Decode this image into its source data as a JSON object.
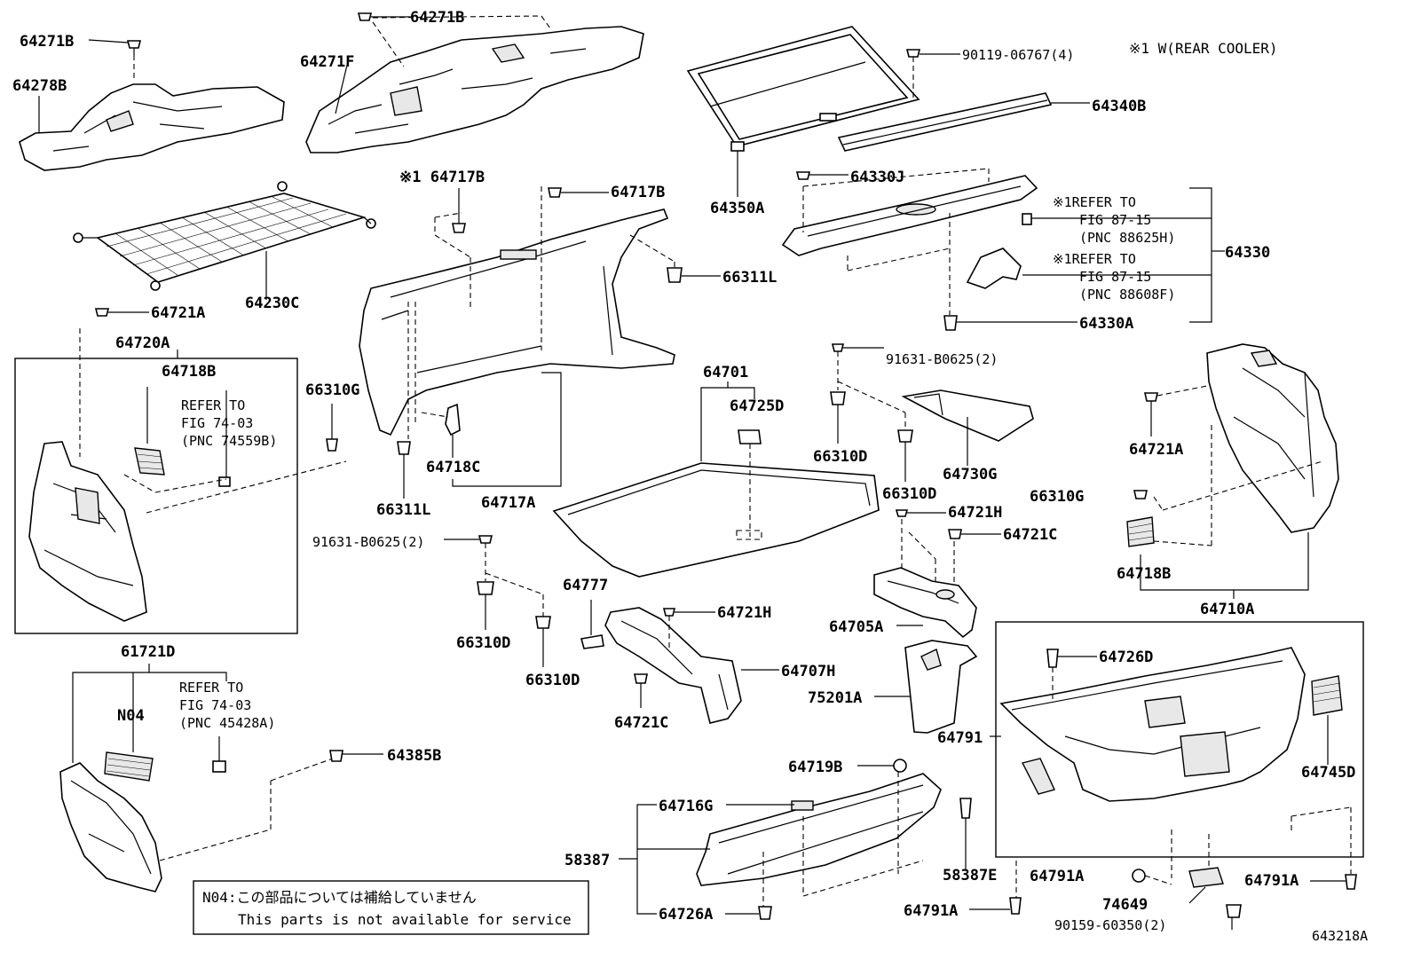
{
  "note_rear_cooler": "※1 W(REAR COOLER)",
  "figure_id": "643218A",
  "notice": {
    "line1": "N04:この部品については補給していません",
    "line2": "This parts is not available for service"
  },
  "labels": {
    "p64271B_a": "64271B",
    "p64271B_b": "64271B",
    "p64278B": "64278B",
    "p64271F": "64271F",
    "p64230C": "64230C",
    "p90119": "90119-06767(4)",
    "p64340B": "64340B",
    "p64350A": "64350A",
    "p64330J": "64330J",
    "p64330": "64330",
    "p64330A": "64330A",
    "p64717B_a": "※1 64717B",
    "p64717B_b": "64717B",
    "p66311L_a": "66311L",
    "p66311L_b": "66311L",
    "p64721A_a": "64721A",
    "p64720A": "64720A",
    "p64718B_a": "64718B",
    "p66310G_a": "66310G",
    "p64718C": "64718C",
    "p64717A": "64717A",
    "p64701": "64701",
    "p64725D": "64725D",
    "p91631_a": "91631-B0625(2)",
    "p91631_b": "91631-B0625(2)",
    "p66310D_a": "66310D",
    "p66310D_b": "66310D",
    "p66310D_c": "66310D",
    "p66310D_d": "66310D",
    "p64730G": "64730G",
    "p64721A_b": "64721A",
    "p66310G_b": "66310G",
    "p64718B_b": "64718B",
    "p64710A": "64710A",
    "p64721H_a": "64721H",
    "p64721C_a": "64721C",
    "p64705A": "64705A",
    "p75201A": "75201A",
    "p64777": "64777",
    "p64721H_b": "64721H",
    "p64707H": "64707H",
    "p64721C_b": "64721C",
    "p61721D": "61721D",
    "pN04": "N04",
    "p64385B": "64385B",
    "p64719B": "64719B",
    "p64716G": "64716G",
    "p58387": "58387",
    "p58387E": "58387E",
    "p64726A": "64726A",
    "p64726D": "64726D",
    "p64791": "64791",
    "p64745D": "64745D",
    "p64791A_a": "64791A",
    "p64791A_b": "64791A",
    "p64791A_c": "64791A",
    "p74649": "74649",
    "p90159": "90159-60350(2)"
  },
  "refs": {
    "r1": [
      "※1REFER TO",
      "FIG 87-15",
      "(PNC 88625H)"
    ],
    "r2": [
      "※1REFER TO",
      "FIG 87-15",
      "(PNC 88608F)"
    ],
    "r3": [
      "REFER TO",
      "FIG 74-03",
      "(PNC 74559B)"
    ],
    "r4": [
      "REFER TO",
      "FIG 74-03",
      "(PNC 45428A)"
    ]
  }
}
